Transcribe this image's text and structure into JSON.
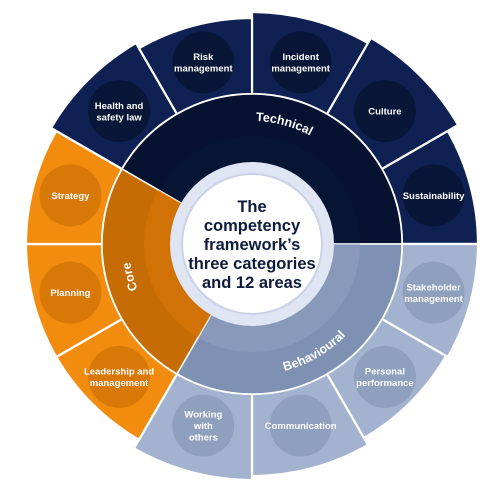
{
  "center": {
    "title_lines": [
      "The",
      "competency",
      "framework’s",
      "three categories",
      "and 12 areas"
    ]
  },
  "categories": {
    "technical": {
      "label": "Technical",
      "color": "#0e2152",
      "dark": "#081738",
      "ring": "#061230"
    },
    "behavioural": {
      "label": "Behavioural",
      "color": "#a3b3cf",
      "dark": "#8fa0bf",
      "ring": "#7f91b3"
    },
    "core": {
      "label": "Core",
      "color": "#f28c0f",
      "dark": "#d87806",
      "ring": "#c56c05"
    }
  },
  "areas": [
    {
      "lines": [
        "Incident",
        "management"
      ],
      "category": "technical"
    },
    {
      "lines": [
        "Culture"
      ],
      "category": "technical"
    },
    {
      "lines": [
        "Sustainability"
      ],
      "category": "technical"
    },
    {
      "lines": [
        "Stakeholder",
        "management"
      ],
      "category": "behavioural"
    },
    {
      "lines": [
        "Personal",
        "performance"
      ],
      "category": "behavioural"
    },
    {
      "lines": [
        "Communication"
      ],
      "category": "behavioural"
    },
    {
      "lines": [
        "Working",
        "with",
        "others"
      ],
      "category": "behavioural"
    },
    {
      "lines": [
        "Leadership and",
        "management"
      ],
      "category": "core"
    },
    {
      "lines": [
        "Planning"
      ],
      "category": "core"
    },
    {
      "lines": [
        "Strategy"
      ],
      "category": "core"
    },
    {
      "lines": [
        "Health and",
        "safety law"
      ],
      "category": "technical"
    },
    {
      "lines": [
        "Risk",
        "management"
      ],
      "category": "technical"
    }
  ]
}
